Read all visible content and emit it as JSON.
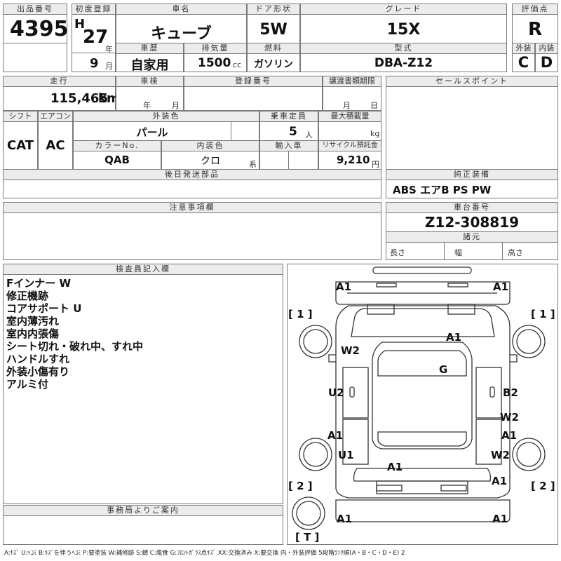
{
  "header": {
    "lot_no_label": "出品番号",
    "lot_no": "4395",
    "first_reg_label": "初度登録",
    "era": "H",
    "year": "27",
    "year_unit": "年",
    "month": "9",
    "month_unit": "月",
    "car_name_label": "車名",
    "car_name": "キューブ",
    "door_label": "ドア形状",
    "door": "5W",
    "grade_label": "グレード",
    "grade": "15X",
    "score_label": "評価点",
    "score": "R",
    "history_label": "車歴",
    "history": "自家用",
    "displacement_label": "排気量",
    "displacement": "1500",
    "displacement_unit": "cc",
    "fuel_label": "燃料",
    "fuel": "ガソリン",
    "model_label": "型式",
    "model": "DBA-Z12",
    "exterior_label": "外装",
    "exterior": "C",
    "interior_label": "内装",
    "interior": "D"
  },
  "row2": {
    "mileage_label": "走行",
    "mileage": "115,465",
    "mileage_unit": "km",
    "inspection_label": "車検",
    "year_unit": "年",
    "month_unit": "月",
    "reg_no_label": "登録番号",
    "transfer_label": "譲渡書類期限",
    "t_month_unit": "月",
    "t_day_unit": "日",
    "sales_point_label": "セールスポイント"
  },
  "row3": {
    "shift_label": "シフト",
    "shift": "CAT",
    "ac_label": "エアコン",
    "ac": "AC",
    "ext_color_label": "外装色",
    "ext_color": "パール",
    "seats_label": "乗車定員",
    "seats": "5",
    "seats_unit": "人",
    "max_load_label": "最大積載量",
    "max_load_unit": "kg",
    "color_no_label": "カラーNo.",
    "color_no": "QAB",
    "int_color_label": "内装色",
    "int_color": "クロ",
    "int_color_unit": "系",
    "import_label": "輸入車",
    "recycle_label": "リサイクル預託金",
    "recycle": "9,210",
    "recycle_unit": "円",
    "later_parts_label": "後日発送部品",
    "equipment_label": "純正装備",
    "equipment": "ABS エアB PS PW"
  },
  "notes": {
    "caution_label": "注意事項欄",
    "chassis_label": "車台番号",
    "chassis": "Z12-308819",
    "specs_label": "諸元",
    "length_label": "長さ",
    "width_label": "幅",
    "height_label": "高さ",
    "inspector_label": "検査員記入欄",
    "inspector_lines": [
      "Fインナー W",
      "修正機跡",
      "コアサポート U",
      "室内薄汚れ",
      "室内内張傷",
      "シート切れ・破れ中、すれ中",
      "ハンドルすれ",
      "外装小傷有り",
      "アルミ付"
    ],
    "office_label": "事務局よりご案内"
  },
  "diagram": {
    "marks": [
      {
        "id": "front-left-bumper",
        "text": "A1"
      },
      {
        "id": "front-right-bumper",
        "text": "A1"
      },
      {
        "id": "bracket-1-left",
        "text": "[ 1 ]"
      },
      {
        "id": "bracket-1-right",
        "text": "[ 1 ]"
      },
      {
        "id": "left-fender",
        "text": "W2"
      },
      {
        "id": "hood",
        "text": "A1"
      },
      {
        "id": "windshield",
        "text": "G"
      },
      {
        "id": "left-front-door",
        "text": "U2"
      },
      {
        "id": "right-front-door",
        "text": "B2"
      },
      {
        "id": "right-rear-door-upper",
        "text": "W2"
      },
      {
        "id": "left-rear-door",
        "text": "A1"
      },
      {
        "id": "right-rear-door",
        "text": "A1"
      },
      {
        "id": "left-quarter",
        "text": "U1"
      },
      {
        "id": "right-quarter",
        "text": "W2"
      },
      {
        "id": "roof-rear",
        "text": "A1"
      },
      {
        "id": "right-rear-corner",
        "text": "A1"
      },
      {
        "id": "bracket-2-left",
        "text": "[ 2 ]"
      },
      {
        "id": "bracket-2-right",
        "text": "[ 2 ]"
      },
      {
        "id": "rear-left-bumper",
        "text": "A1"
      },
      {
        "id": "rear-right-bumper",
        "text": "A1"
      },
      {
        "id": "trunk-bracket",
        "text": "[ T ]"
      }
    ]
  },
  "legend": {
    "text": "A:ｷｽﾞ U:ﾍｺﾐ B:ｷｽﾞを伴うﾍｺﾐ P:要塗装 W:補修跡 S:錆 C:腐食 G:ﾌﾛﾝﾄｶﾞﾗｽ点ｷｽﾞ XX:交換済み X:要交換 内・外装評価 5段階ﾗﾝｸ順(A・B・C・D・E) 2"
  }
}
